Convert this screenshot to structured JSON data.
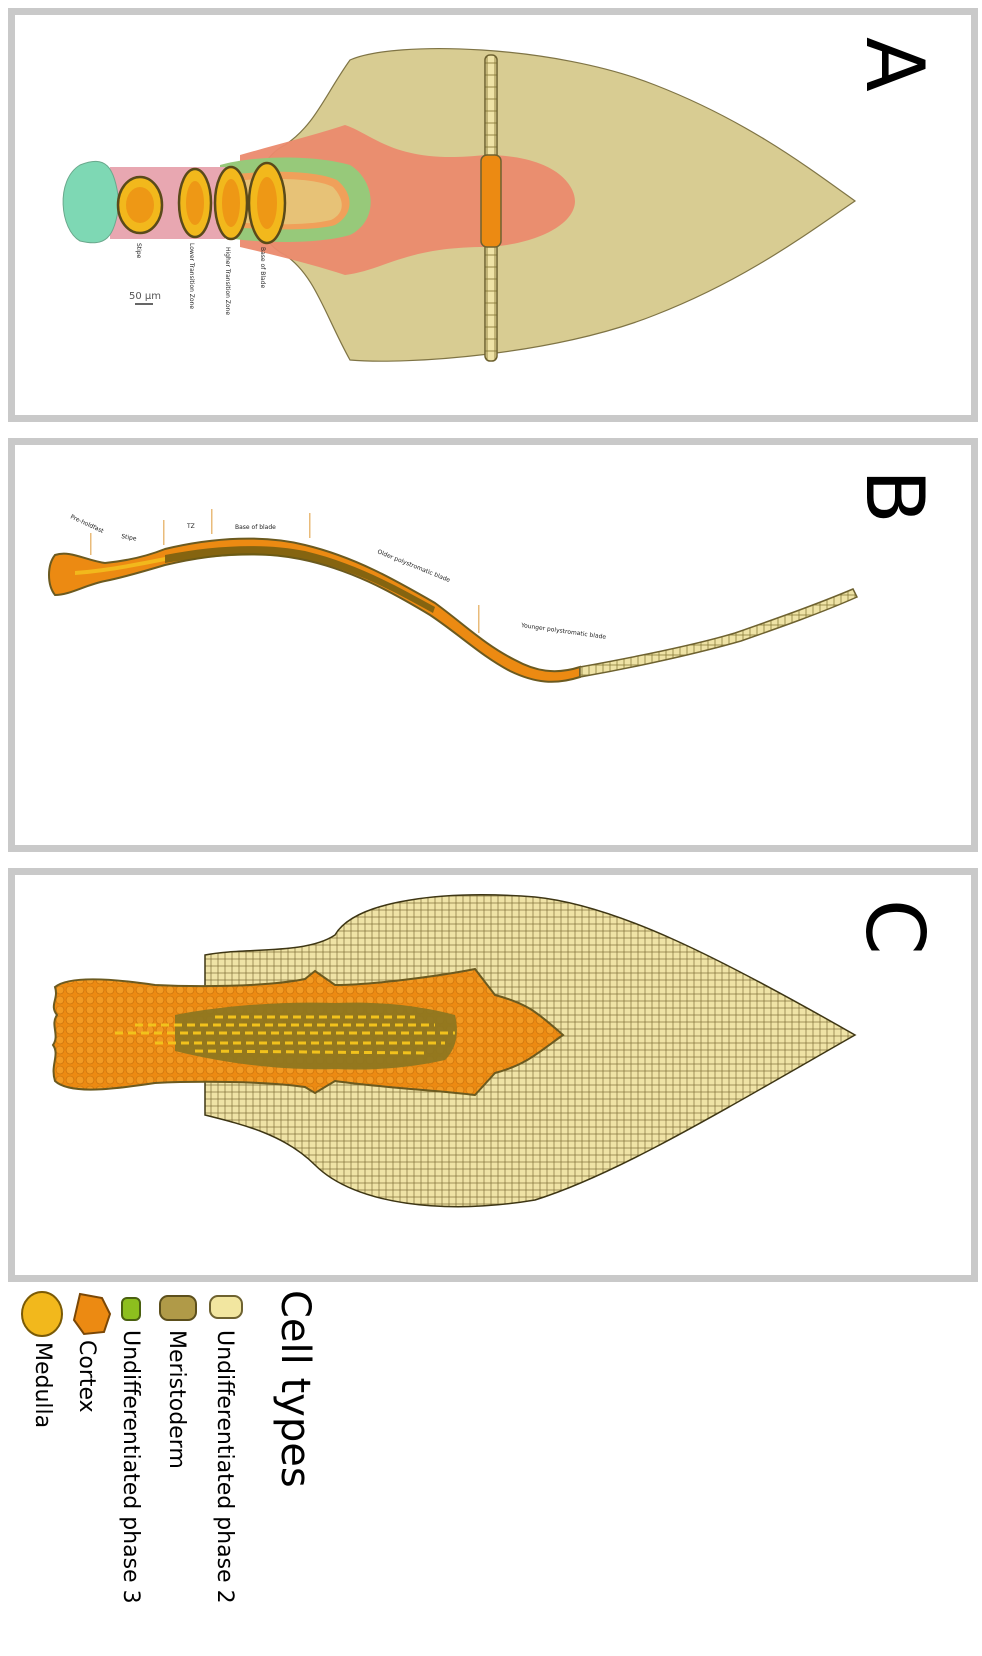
{
  "panels": {
    "a": {
      "letter": "A",
      "labels": {
        "stipe": "Stipe",
        "lower_tz": "Lower Transition Zone",
        "higher_tz": "Higher Transition Zone",
        "base_blade": "Base of Blade"
      },
      "scale_bar": "50 µm"
    },
    "b": {
      "letter": "B",
      "labels": {
        "pre_holdfast": "Pre-holdfast",
        "stipe": "Stipe",
        "tz": "TZ",
        "base_blade": "Base of blade",
        "older": "Older polystromatic blade",
        "younger": "Younger polystromatic blade"
      }
    },
    "c": {
      "letter": "C"
    }
  },
  "legend": {
    "title": "Cell types",
    "items": [
      {
        "label": "Undifferentiated phase 2",
        "color": "#f2e6a0"
      },
      {
        "label": "Meristoderm",
        "color": "#b09a48"
      },
      {
        "label": "Undifferentiated phase 3",
        "color": "#8dbf1e"
      },
      {
        "label": "Cortex",
        "color": "#ec8a12"
      },
      {
        "label": "Medulla",
        "color": "#f2b81c"
      }
    ]
  },
  "colors": {
    "blade": "#d8cc92",
    "orange_zone": "#eb8a6e",
    "green_zone": "#97c97a",
    "pink_zone": "#e8a7b1",
    "teal_zone": "#7ed8b4",
    "inner_orange": "#f0a05a",
    "inner_core": "#e7c277",
    "cortex": "#ec8a12",
    "medulla": "#f2b81c",
    "meristoderm": "#b09a48",
    "cell_fill": "#efe3a6",
    "cell_stroke": "#8a7c3a"
  }
}
